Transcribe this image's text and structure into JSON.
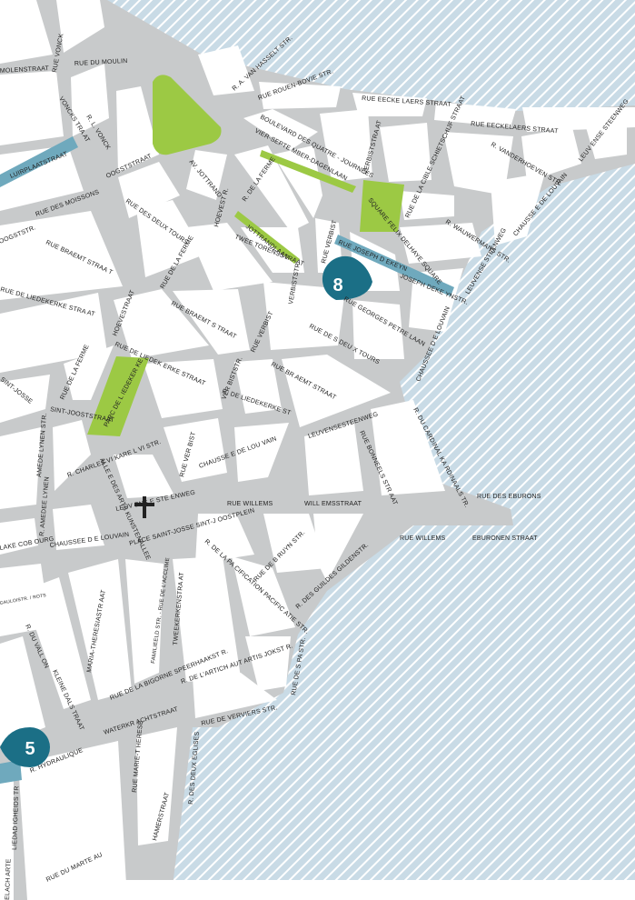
{
  "colors": {
    "water": "#c9dbe6",
    "hatch": "#ffffff",
    "road": "#c8cacb",
    "block": "#ffffff",
    "park": "#9cc944",
    "blue_street": "#6fa9bd",
    "marker": "#1b6f86"
  },
  "markers": [
    {
      "id": "marker-8",
      "label": "8"
    },
    {
      "id": "marker-5",
      "label": "5"
    }
  ],
  "labels": {
    "rue_vonck": "RUE VONCK",
    "molenstraat": "MOLENSTRAAT",
    "rue_du_moulin": "RUE DU MOULIN",
    "rue_rouen_bovie": "RUE ROUEN-BOVIE STR.",
    "vanhasselt": "R. A. VAN HASSELT STR.",
    "rue_eeckelaers": "RUE EECKE LAERS STRAAT",
    "rue_eeckelaers_2": "RUE EECKELAERS STRAAT",
    "leuvense_steenweg_ne": "LEUV ENSE STEENWEG",
    "lourplaat": "LUIRPLAATSTRAAT",
    "voncks_traat": "VONCKS TRA AT",
    "r_l_vonck": "R. L. VONCK",
    "oogstraat": "OOGSTSTRAAT",
    "boulevard_4_journees": "BOULEVARD DES QUATRE - JOURNEES",
    "vier_septe": "VIER-SEPTE MBER-DAGENLAAN",
    "verbist_at": "VERBISTSTRA AT",
    "r_vanderhoeven": "R. VANDERHOEVEN STR.",
    "rue_de_la_cible": "RUE DE LA CIBLE SCHIETSCHIJF STRAAT",
    "rue_des_moissons": "RUE DES MOISSONS",
    "av_jottrand": "AV. JOTTRAND",
    "r_de_la_ferme_top": "R. DE LA FERME",
    "square_felix": "SQUARE FELIX DELHAYE SQUARE",
    "chaussee_louvain_ne": "CHAUSSE E DE LOUVAIN",
    "rue_des_deux_tours": "RUE DES DEUX TOURS",
    "hoevest_r": "HOEVEST R.",
    "jottrandlaan": "JOTTRANDLAAN",
    "rue_verbist_a": "RUE VERBIST",
    "rue_joseph_dekeyn": "RUE JOSEPH D EKEYN",
    "r_waumermans": "R. WAUWERMANS STR.",
    "oogstr": "OOGSTSTR.",
    "rue_braemt_straat": "RUE BRAEMT STRAA T",
    "rue_de_la_ferme_mid": "RUE DE LA FERME",
    "twee_torens": "TWEE TORENSSTRAAT",
    "joseph_dekeynstr": "JOSEPH DEKE YNSTR.",
    "leuvense_steenweg_e": "LEUVENSE STEENWEG",
    "rue_liedekerke_straat": "RUE DE LIEDEKERKE STRA AT",
    "hoevestraat": "HOEVESTRAAT",
    "rue_braemt_s": "RUE BRAEMT S TRAAT",
    "verbiststr": "VERBISTSTR.",
    "rue_georges_petre": "RUE GEORGES PETRE LAAN",
    "rue_verbist_b": "RUE VERBIST",
    "rue_des_deux_tours_2": "RUE DE S DEU X TOURS",
    "chaussee_louvain_e": "CHAUSSEE D E LOUVAIN",
    "sint_josse": "SINT-JOSSE",
    "rue_de_la_ferme_w": "RUE DE LA FERME",
    "rue_de_liedekerke_straat": "RUE DE LIEDEK ERKE STRAAT",
    "parc_liedekerke": "PARC DE L IEDEKER KE",
    "rue_braemt_straat_2": "RUE BR AEMT STRAAT",
    "ver_bistste": "VER BISTSTR.",
    "r_du_cardinal": "R. DU CARDINAL KA RDINAALS TR.",
    "sint_joostraat": "SINT-JOOSTSTRAAT",
    "r_de_liedekerke": "R. DE LIEDEKERKE ST",
    "leuvensesteenweg": "LEUVENSESTEENWEG",
    "rue_bonneels": "RUE BONNEELS STR AAT",
    "r_charles_vi": "R. CHARLES VI KARE L VI STR.",
    "allee_des_arts": "ALLE E DES ARTS KUNSTENALLEE",
    "rue_ver_bist": "RUE VER BIST",
    "chaussee_louvain_c": "CHAUSSE E DE LOU VAIN",
    "amedee": "AMEDE LYNEN STR.",
    "rue_willems_1": "RUE WILLEMS",
    "willemsstraat": "WILL EMSSTRAAT",
    "rue_des_eburons": "RUE DES EBURONS",
    "r_amedee_lynen": "R. AMEDEE LYNEN",
    "leuvensesteenweg_c": "LEUV ENS E STE ENWEG",
    "rue_willems_2": "RUE WILLEMS",
    "eburonen": "EBURONEN STRAAT",
    "lake_cob": "LAKE COB OURG",
    "chaussee_louvain_w": "CHAUSSEE D E LOUVAIN",
    "place_sint_josse": "PLACE SAINT-JOSSE SINT-J OOSTPLEIN",
    "r_de_la_pacification": "R. DE LA PA CIFICATION PACIFIC ATIE STR.",
    "rue_de_bruyn": "RUE DE B RUYN STR.",
    "r_des_guildes": "R. DES GUILDES GILDENSTR.",
    "gaulistl": "GAULOISTR. / ROTS",
    "marie_theresia": "MARIA-THERESIASTR AAT",
    "r_du_vallon": "R. DU VALL ON",
    "kleine_dalstraat": "KLEINE DALS TRAAT",
    "familieeld": "FAMILIEELD STR. - RUE DE L'ACCLIME",
    "tweekerken": "TWEEKERKENSTRA AT",
    "rue_de_la_bigorne": "RUE DE LA BIGORNE SPEERHAAKST R.",
    "r_de_lartichaut": "R. DE L'ARTICH AUT ARTIS JOKST R.",
    "rue_de_spa": "RUE DE S PA STR.",
    "waterkr": "WATERKR ACHTSTRAAT",
    "rue_de_verviers": "RUE DE VERVIERS STR.",
    "rue_marie_therese": "RUE MARIE-T HERESE",
    "r_des_deux_eglises": "R. DES DEUX EGLISES",
    "r_hydraulique": "R. HYDRAULIQUE",
    "hamerstraat": "HAMERSTRAAT",
    "liedad": "LIEDAD IGHEIDS TR",
    "rue_du_marteau": "RUE DU MARTE AU",
    "elach_arte": "ELACH ARTE"
  }
}
